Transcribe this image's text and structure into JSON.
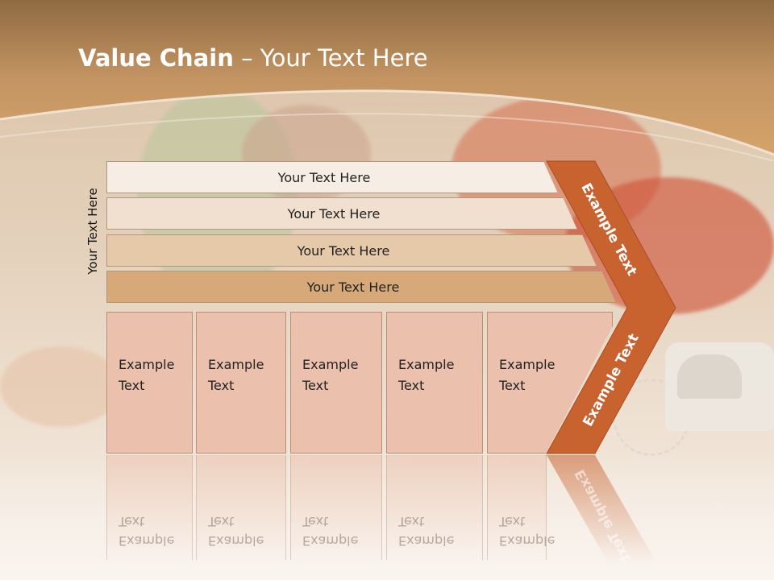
{
  "slide": {
    "title_bold": "Value Chain",
    "title_rest": " – Your Text Here",
    "side_label": "Your Text Here"
  },
  "bars": [
    {
      "label": "Your Text Here"
    },
    {
      "label": "Your Text Here"
    },
    {
      "label": "Your Text Here"
    },
    {
      "label": "Your Text Here"
    }
  ],
  "boxes": [
    {
      "line1": "Example",
      "line2": "Text"
    },
    {
      "line1": "Example",
      "line2": "Text"
    },
    {
      "line1": "Example",
      "line2": "Text"
    },
    {
      "line1": "Example",
      "line2": "Text"
    },
    {
      "line1": "Example",
      "line2": "Text"
    }
  ],
  "arrow": {
    "upper_label": "Example Text",
    "lower_label": "Example Text",
    "color": "#c8622f"
  },
  "colors": {
    "header": "#b98a58",
    "box_fill": "#ebc1ad"
  }
}
